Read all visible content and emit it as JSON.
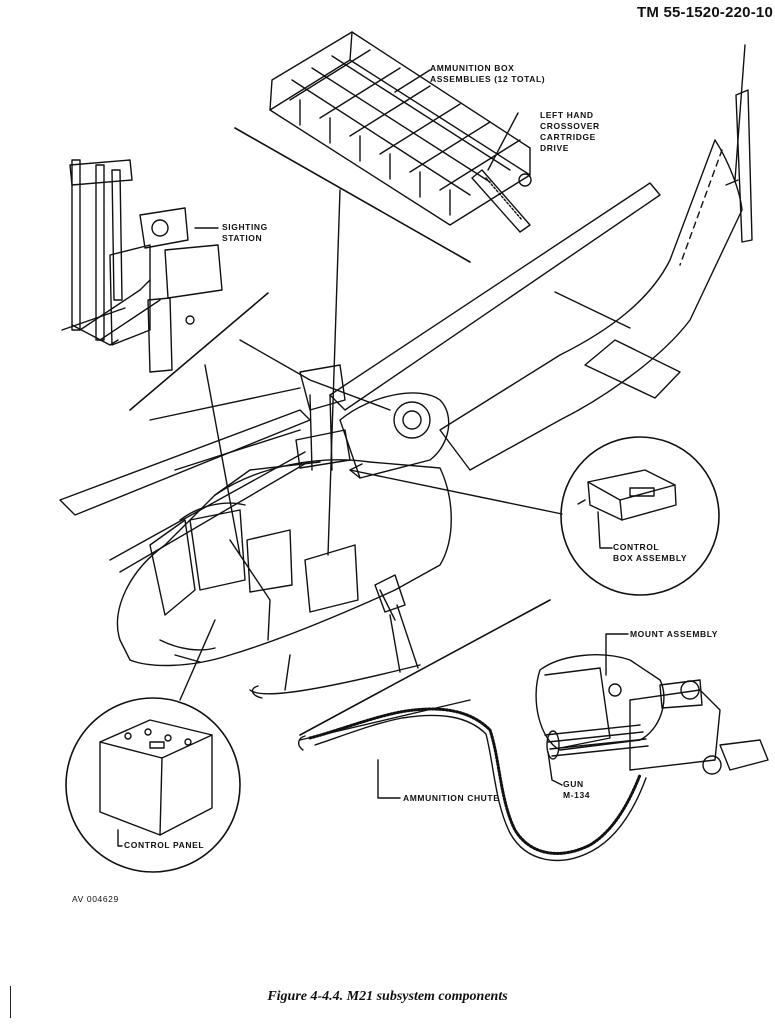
{
  "header": {
    "doc_id": "TM 55-1520-220-10"
  },
  "labels": {
    "ammo_box_line1": "AMMUNITION BOX",
    "ammo_box_line2": "ASSEMBLIES (12 TOTAL)",
    "crossover_line1": "LEFT HAND",
    "crossover_line2": "CROSSOVER",
    "crossover_line3": "CARTRIDGE",
    "crossover_line4": "DRIVE",
    "sighting_line1": "SIGHTING",
    "sighting_line2": "STATION",
    "control_box_line1": "CONTROL",
    "control_box_line2": "BOX ASSEMBLY",
    "mount_assembly": "MOUNT ASSEMBLY",
    "gun_line1": "GUN",
    "gun_line2": "M-134",
    "ammo_chute": "AMMUNITION CHUTE",
    "control_panel": "CONTROL PANEL"
  },
  "figure": {
    "id_code": "AV 004629",
    "caption": "Figure 4-4.4.  M21 subsystem components"
  }
}
